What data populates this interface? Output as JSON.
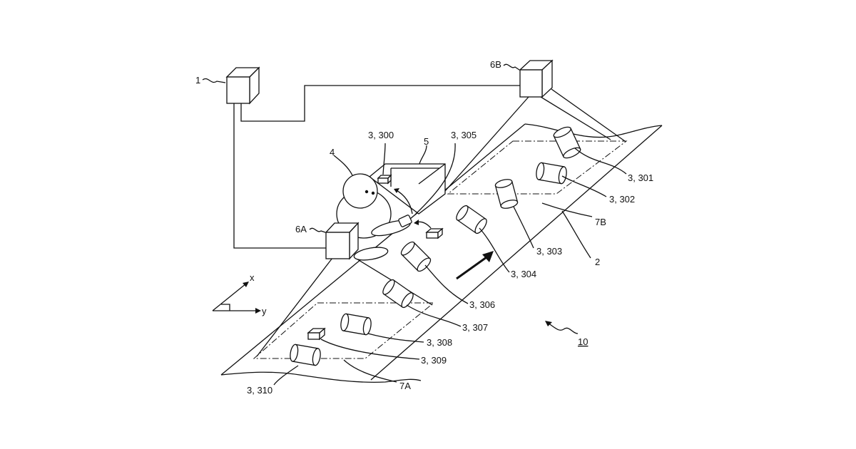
{
  "labels": {
    "ctrl": "1",
    "cam_b": "6B",
    "cam_a": "6A",
    "operator": "4",
    "bin": "5",
    "conveyor": "2",
    "region_b": "7B",
    "region_a": "7A",
    "system": "10",
    "axis_x": "x",
    "axis_y": "y",
    "p300": "3, 300",
    "p301": "3, 301",
    "p302": "3, 302",
    "p303": "3, 303",
    "p304": "3, 304",
    "p305": "3, 305",
    "p306": "3, 306",
    "p307": "3, 307",
    "p308": "3, 308",
    "p309": "3, 309",
    "p310": "3, 310"
  }
}
